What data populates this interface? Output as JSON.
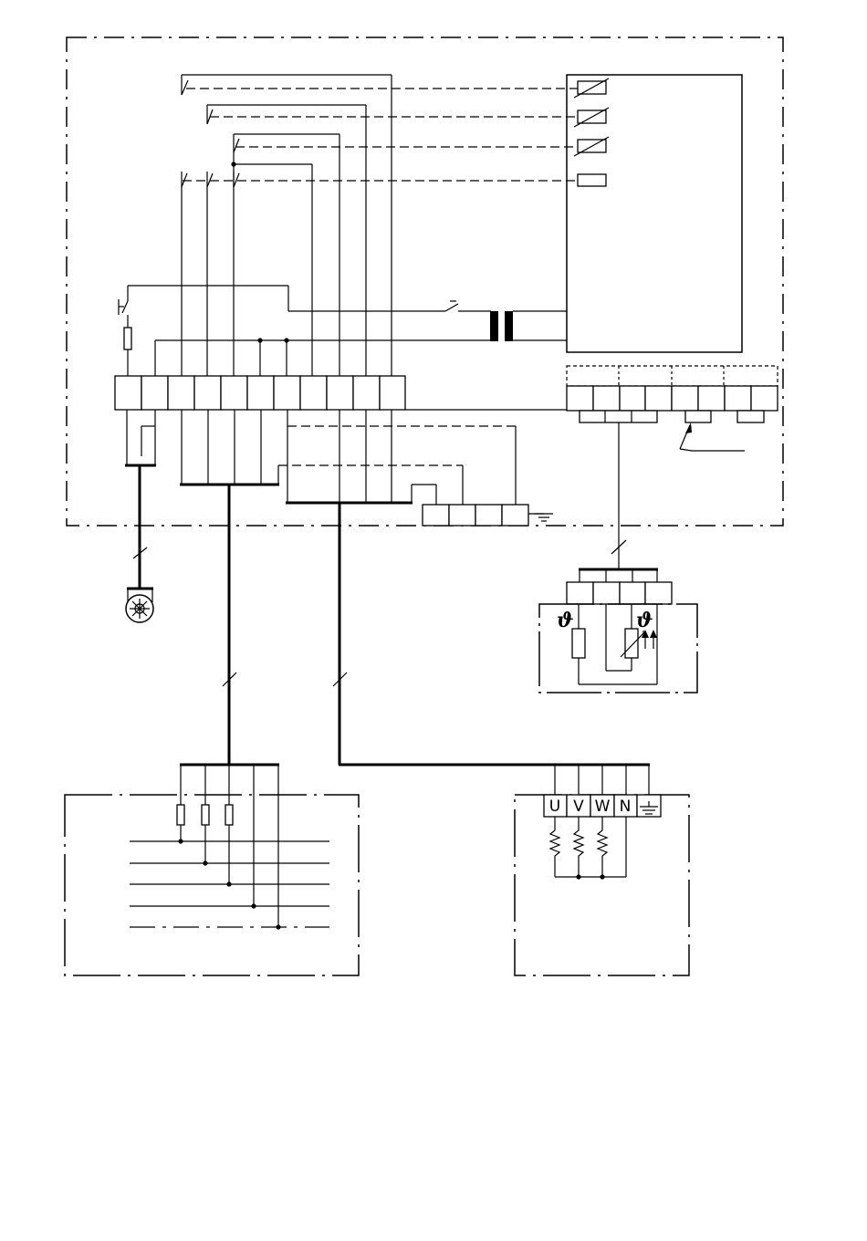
{
  "motor_terminals": {
    "u": "U",
    "v": "V",
    "w": "W",
    "n": "N"
  },
  "thermal_sensor_symbols": {
    "left": "ϑ",
    "right": "ϑ"
  },
  "colors": {
    "line": "#000000",
    "background": "#ffffff"
  }
}
